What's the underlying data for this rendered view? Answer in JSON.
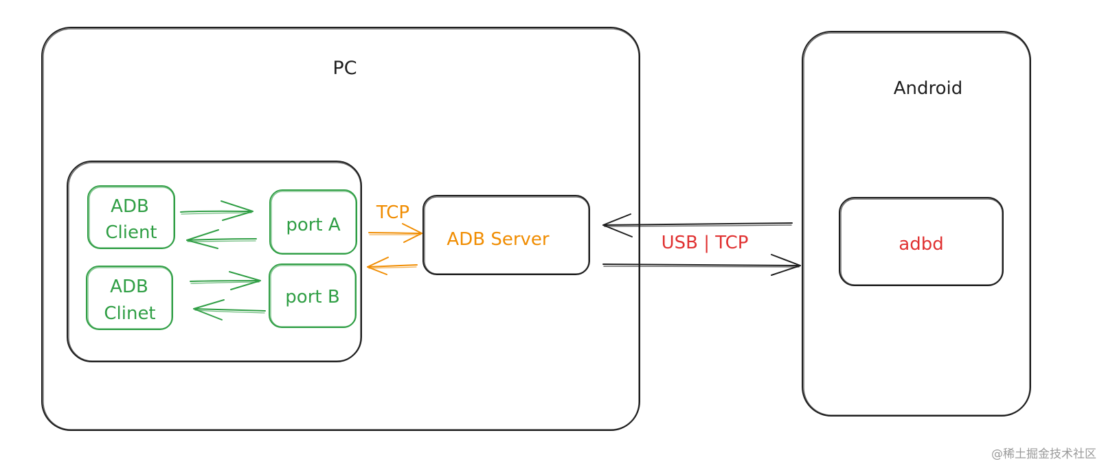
{
  "pc": {
    "label": "PC"
  },
  "android": {
    "label": "Android"
  },
  "clients": [
    {
      "line1": "ADB",
      "line2": "Client"
    },
    {
      "line1": "ADB",
      "line2": "Clinet"
    }
  ],
  "ports": [
    {
      "label": "port A"
    },
    {
      "label": "port B"
    }
  ],
  "server": {
    "label": "ADB Server"
  },
  "tcp_label": "TCP",
  "link_label": "USB | TCP",
  "daemon": {
    "label": "adbd"
  },
  "watermark": "@稀土掘金技术社区",
  "colors": {
    "ink": "#1e1e1e",
    "green": "#2f9e44",
    "orange": "#f08c00",
    "red": "#e03131"
  }
}
